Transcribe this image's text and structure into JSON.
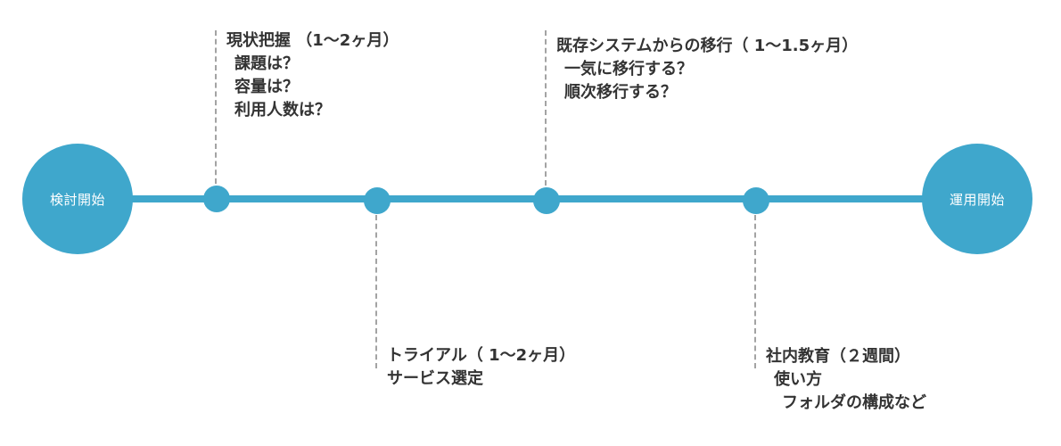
{
  "timeline": {
    "start_label": "検討開始",
    "end_label": "運用開始",
    "colors": {
      "accent": "#3fa7cc",
      "connector": "#a3a3a3",
      "text": "#333333"
    },
    "milestones": [
      {
        "lines": [
          "現状把握 （1～2ヶ月）",
          "課題は？",
          "容量は？",
          "利用人数は？"
        ]
      },
      {
        "lines": [
          "トライアル（ 1～2ヶ月）",
          "サービス選定"
        ]
      },
      {
        "lines": [
          "既存システムからの移行（ 1～1.5ヶ月）",
          "一気に移行する？",
          "順次移行する？"
        ]
      },
      {
        "lines": [
          "社内教育（２週間）",
          "使い方",
          "フォルダの構成など"
        ]
      }
    ]
  }
}
